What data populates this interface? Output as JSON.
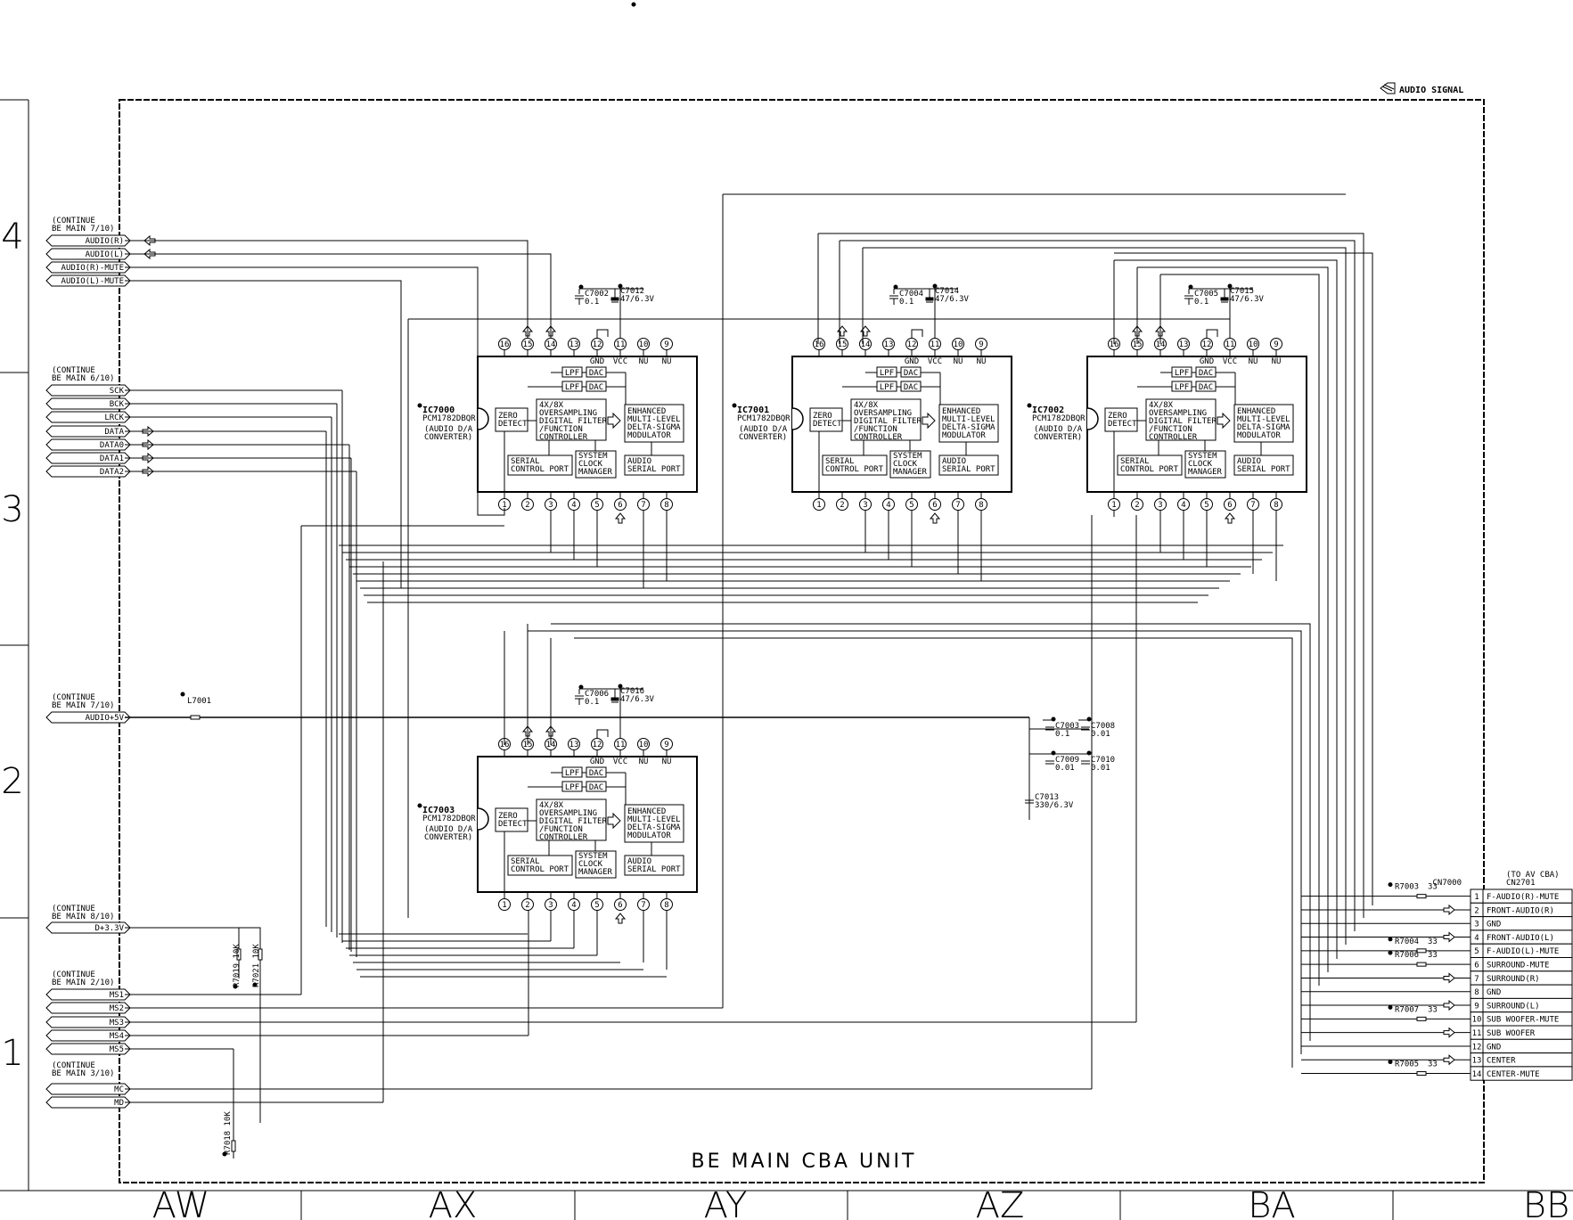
{
  "header": {
    "audio_signal_label": "AUDIO SIGNAL",
    "unit_title": "BE MAIN CBA UNIT"
  },
  "grid": {
    "rows": [
      "4",
      "3",
      "2",
      "1"
    ],
    "columns": [
      "AW",
      "AX",
      "AY",
      "AZ",
      "BA",
      "BB"
    ]
  },
  "left_connectors": [
    {
      "continue": [
        "(CONTINUE",
        "BE MAIN 7/10)"
      ],
      "signals": [
        "AUDIO(R)",
        "AUDIO(L)",
        "AUDIO(R)-MUTE",
        "AUDIO(L)-MUTE"
      ]
    },
    {
      "continue": [
        "(CONTINUE",
        "BE MAIN 6/10)"
      ],
      "signals": [
        "SCK",
        "BCK",
        "LRCK",
        "DATA",
        "DATA0",
        "DATA1",
        "DATA2"
      ]
    },
    {
      "continue": [
        "(CONTINUE",
        "BE MAIN 7/10)"
      ],
      "signals": [
        "AUDIO+5V"
      ]
    },
    {
      "continue": [
        "(CONTINUE",
        "BE MAIN 8/10)"
      ],
      "signals": [
        "D+3.3V"
      ]
    },
    {
      "continue": [
        "(CONTINUE",
        "BE MAIN 2/10)"
      ],
      "signals": [
        "MS1",
        "MS2",
        "MS3",
        "MS4",
        "MS5"
      ]
    },
    {
      "continue": [
        "(CONTINUE",
        "BE MAIN 3/10)"
      ],
      "signals": [
        "MC",
        "MD"
      ]
    }
  ],
  "ic_internal": {
    "zero": [
      "ZERO",
      "DETECT"
    ],
    "filter": [
      "4X/8X",
      "OVERSAMPLING",
      "DIGITAL FILTER",
      "/FUNCTION",
      "CONTROLLER"
    ],
    "modulator": [
      "ENHANCED",
      "MULTI-LEVEL",
      "DELTA-SIGMA",
      "MODULATOR"
    ],
    "serial_ctrl": [
      "SERIAL",
      "CONTROL PORT"
    ],
    "clock": [
      "SYSTEM",
      "CLOCK",
      "MANAGER"
    ],
    "audio_port": [
      "AUDIO",
      "SERIAL PORT"
    ],
    "lpf": "LPF",
    "dac": "DAC",
    "top_pin_numbers": [
      "16",
      "15",
      "14",
      "13",
      "12",
      "11",
      "10",
      "9"
    ],
    "top_pin_names": [
      "GND",
      "VCC",
      "NU",
      "NU"
    ],
    "bottom_pin_numbers": [
      "1",
      "2",
      "3",
      "4",
      "5",
      "6",
      "7",
      "8"
    ]
  },
  "ics": [
    {
      "ref": "IC7000",
      "part": "PCM1782DBQR",
      "desc": [
        "(AUDIO D/A",
        "CONVERTER)"
      ],
      "cap_a": [
        "C7002",
        "0.1"
      ],
      "cap_b": [
        "C7012",
        "47/6.3V"
      ]
    },
    {
      "ref": "IC7001",
      "part": "PCM1782DBQR",
      "desc": [
        "(AUDIO D/A",
        "CONVERTER)"
      ],
      "cap_a": [
        "C7004",
        "0.1"
      ],
      "cap_b": [
        "C7014",
        "47/6.3V"
      ]
    },
    {
      "ref": "IC7002",
      "part": "PCM1782DBQR",
      "desc": [
        "(AUDIO D/A",
        "CONVERTER)"
      ],
      "cap_a": [
        "C7005",
        "0.1"
      ],
      "cap_b": [
        "C7015",
        "47/6.3V"
      ]
    },
    {
      "ref": "IC7003",
      "part": "PCM1782DBQR",
      "desc": [
        "(AUDIO D/A",
        "CONVERTER)"
      ],
      "cap_a": [
        "C7006",
        "0.1"
      ],
      "cap_b": [
        "C7016",
        "47/6.3V"
      ]
    }
  ],
  "components": {
    "l7001": "L7001",
    "c7003": [
      "C7003",
      "0.1"
    ],
    "c7008": [
      "C7008",
      "0.01"
    ],
    "c7009": [
      "C7009",
      "0.01"
    ],
    "c7010": [
      "C7010",
      "0.01"
    ],
    "c7013": [
      "C7013",
      "330/6.3V"
    ],
    "r7019": "R7019 10K",
    "r7021": "R7021 10K",
    "r7018": "R7018 10K",
    "r7003": [
      "R7003",
      "33"
    ],
    "r7004": [
      "R7004",
      "33"
    ],
    "r7006": [
      "R7006",
      "33"
    ],
    "r7007": [
      "R7007",
      "33"
    ],
    "r7005": [
      "R7005",
      "33"
    ]
  },
  "right_connector": {
    "ref": "CN7000",
    "to": [
      "(TO AV CBA)",
      "CN2701"
    ],
    "pins": [
      {
        "num": "1",
        "name": "F-AUDIO(R)-MUTE"
      },
      {
        "num": "2",
        "name": "FRONT-AUDIO(R)"
      },
      {
        "num": "3",
        "name": "GND"
      },
      {
        "num": "4",
        "name": "FRONT-AUDIO(L)"
      },
      {
        "num": "5",
        "name": "F-AUDIO(L)-MUTE"
      },
      {
        "num": "6",
        "name": "SURROUND-MUTE"
      },
      {
        "num": "7",
        "name": "SURROUND(R)"
      },
      {
        "num": "8",
        "name": "GND"
      },
      {
        "num": "9",
        "name": "SURROUND(L)"
      },
      {
        "num": "10",
        "name": "SUB WOOFER-MUTE"
      },
      {
        "num": "11",
        "name": "SUB WOOFER"
      },
      {
        "num": "12",
        "name": "GND"
      },
      {
        "num": "13",
        "name": "CENTER"
      },
      {
        "num": "14",
        "name": "CENTER-MUTE"
      }
    ]
  }
}
